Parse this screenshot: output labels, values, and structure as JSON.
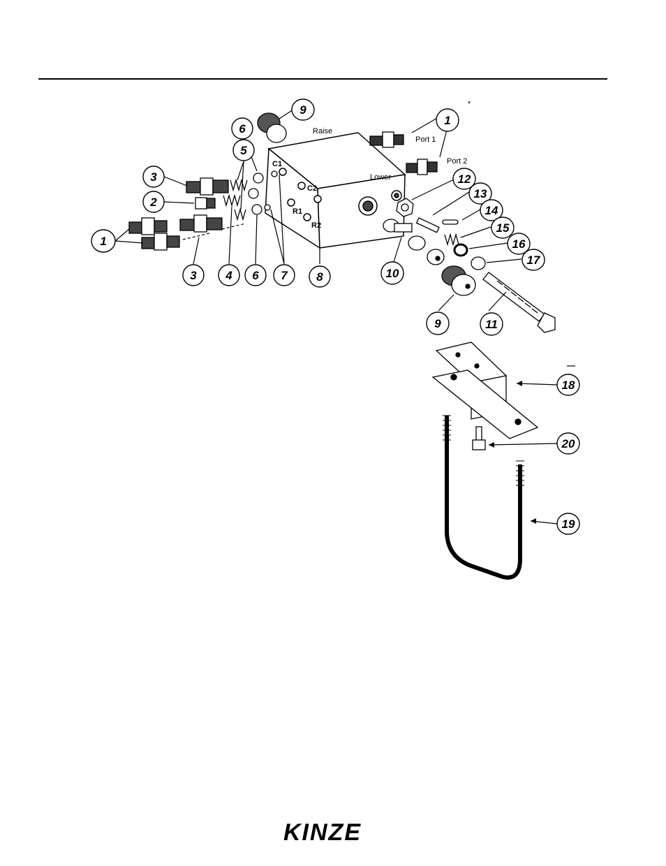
{
  "diagram": {
    "block_labels": {
      "raise": "Raise",
      "lower": "Lower",
      "c1": "C1",
      "c2": "C2",
      "r1": "R1",
      "r2": "R2",
      "port1": "Port 1",
      "port2": "Port 2",
      "asterisk": "*"
    },
    "callouts": {
      "c1a": "1",
      "c1b": "1",
      "c2": "2",
      "c3a": "3",
      "c3b": "3",
      "c4": "4",
      "c5": "5",
      "c6a": "6",
      "c6b": "6",
      "c7": "7",
      "c8": "8",
      "c9a": "9",
      "c9b": "9",
      "c10": "10",
      "c11": "11",
      "c12": "12",
      "c13": "13",
      "c14": "14",
      "c15": "15",
      "c16": "16",
      "c17": "17",
      "c18": "18",
      "c19": "19",
      "c20": "20"
    }
  },
  "footer": {
    "logo_text": "KINZE"
  }
}
